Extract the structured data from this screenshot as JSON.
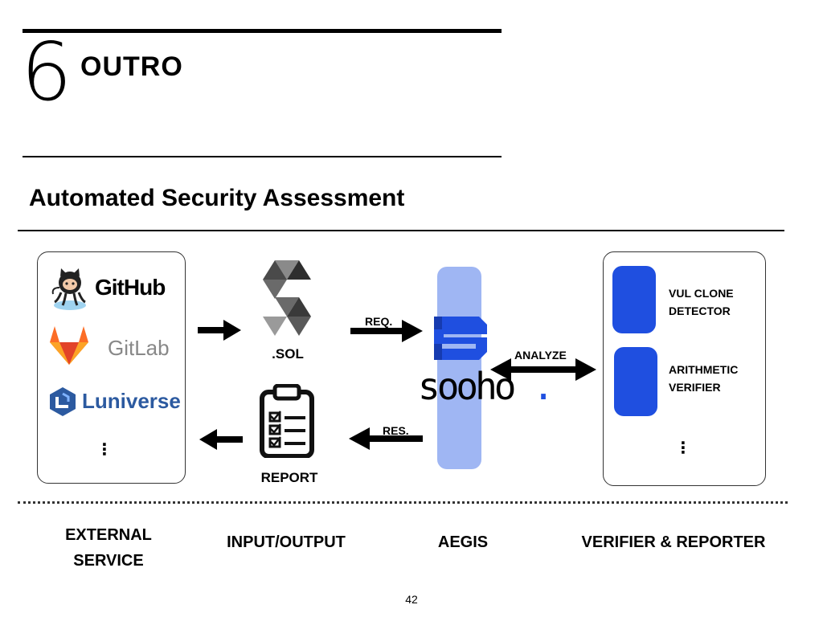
{
  "header": {
    "chapter_number": "6",
    "chapter_title": "OUTRO",
    "subtitle": "Automated Security Assessment"
  },
  "external_services": {
    "github": "GitHub",
    "gitlab": "GitLab",
    "luniverse": "Luniverse",
    "more": "⋮"
  },
  "io": {
    "sol_label": ".SOL",
    "report_label": "REPORT",
    "req_label": "REQ.",
    "res_label": "RES."
  },
  "aegis": {
    "logo_text": "sooho.",
    "analyze_label": "ANALYZE"
  },
  "verifiers": {
    "item1": "VUL CLONE\nDETECTOR",
    "item2": "ARITHMETIC\nVERIFIER",
    "more": "⋮"
  },
  "footer_labels": {
    "external": "EXTERNAL\nSERVICE",
    "io": "INPUT/OUTPUT",
    "aegis": "AEGIS",
    "verifier": "VERIFIER & REPORTER"
  },
  "page_number": "42",
  "colors": {
    "aegis_bar": "#9fb6f3",
    "verifier_block": "#1f4fe0",
    "gitlab_orange": "#e24329",
    "luniverse_blue": "#2c5aa0",
    "sooho_dot": "#1f4fe0"
  }
}
